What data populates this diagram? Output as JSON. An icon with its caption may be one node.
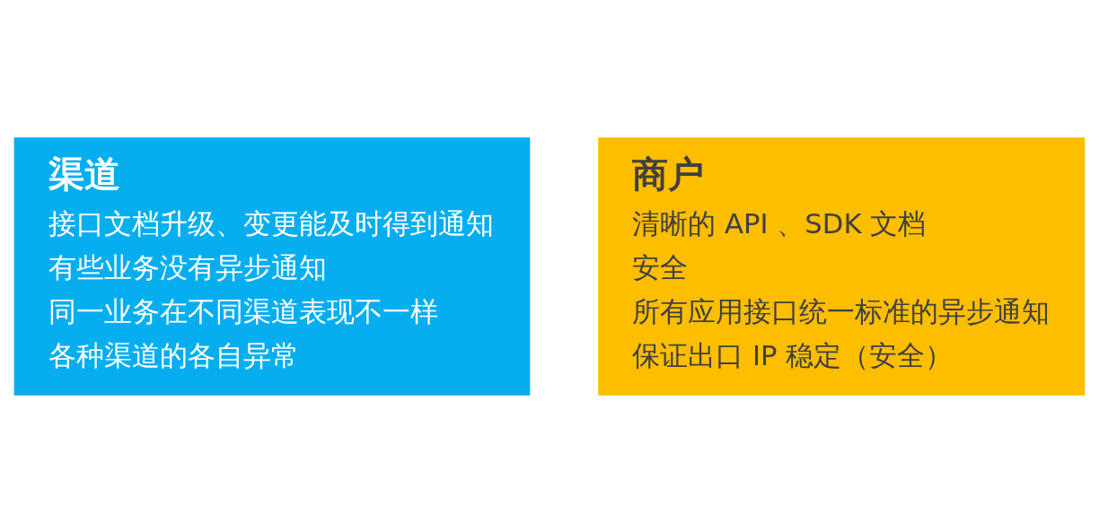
{
  "diagram": {
    "nodes": [
      {
        "text": [
          "渠道",
          "接口文档升级、变更能及时得到通知",
          "有些业务没有异步通知",
          "同一业务在不同渠道表现不一样",
          "各种渠道的各自异常"
        ]
      },
      {
        "text": [
          "商户",
          "清晰的 API 、SDK 文档",
          "安全",
          "所有应用接口统一标准的异步通知",
          "保证出口 IP 稳定（安全）"
        ]
      }
    ],
    "edges": []
  }
}
